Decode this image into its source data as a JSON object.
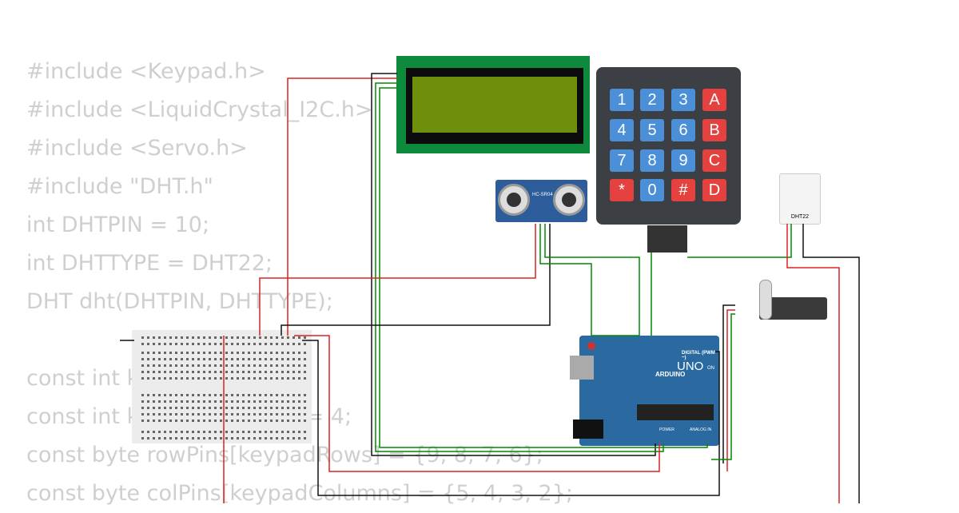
{
  "code_lines": [
    "#include <Keypad.h>",
    "#include <LiquidCrystal_I2C.h>",
    "#include <Servo.h>",
    "#include \"DHT.h\"",
    "int DHTPIN = 10;",
    "int DHTTYPE = DHT22;",
    "DHT dht(DHTPIN, DHTTYPE);",
    "",
    "const int keypadRows = 4;",
    "const int keypadColumns = 4;",
    "const byte rowPins[keypadRows] = {9, 8, 7, 6};",
    "const byte colPins[keypadColumns] = {5, 4, 3, 2};"
  ],
  "keypad": {
    "keys": [
      "1",
      "2",
      "3",
      "A",
      "4",
      "5",
      "6",
      "B",
      "7",
      "8",
      "9",
      "C",
      "*",
      "0",
      "#",
      "D"
    ],
    "blue": "#4a8fd8",
    "red": "#e5423f"
  },
  "ultrasonic": {
    "label": "HC-SR04"
  },
  "dht": {
    "label": "DHT22"
  },
  "arduino": {
    "brand": "ARDUINO",
    "model": "UNO",
    "digital": "DIGITAL (PWM ~)",
    "power": "POWER",
    "analog": "ANALOG IN",
    "on": "ON"
  }
}
